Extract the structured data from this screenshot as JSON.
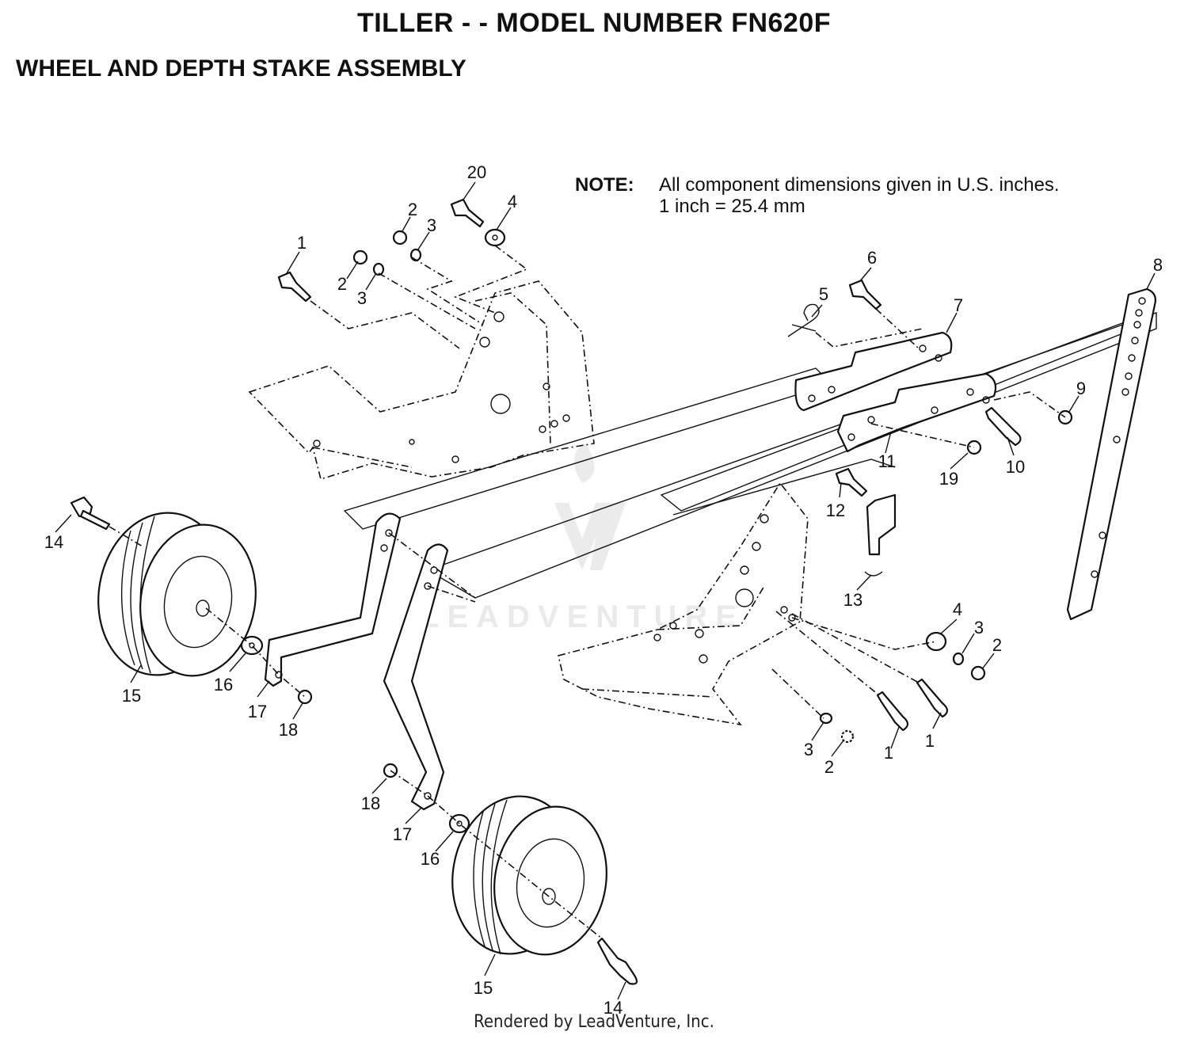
{
  "header": {
    "title": "TILLER - - MODEL NUMBER FN620F",
    "subtitle": "WHEEL AND DEPTH STAKE ASSEMBLY"
  },
  "note": {
    "label": "NOTE:",
    "line1": "All component dimensions given in U.S. inches.",
    "line2": "1 inch = 25.4 mm"
  },
  "footer": "Rendered by LeadVenture, Inc.",
  "watermark": "LEADVENTURE",
  "callouts": [
    "20",
    "4",
    "2",
    "3",
    "1",
    "2",
    "3",
    "6",
    "5",
    "7",
    "8",
    "9",
    "11",
    "10",
    "19",
    "12",
    "13",
    "14",
    "15",
    "16",
    "17",
    "18",
    "18",
    "17",
    "16",
    "15",
    "14",
    "4",
    "3",
    "2",
    "3",
    "2",
    "1",
    "1"
  ]
}
